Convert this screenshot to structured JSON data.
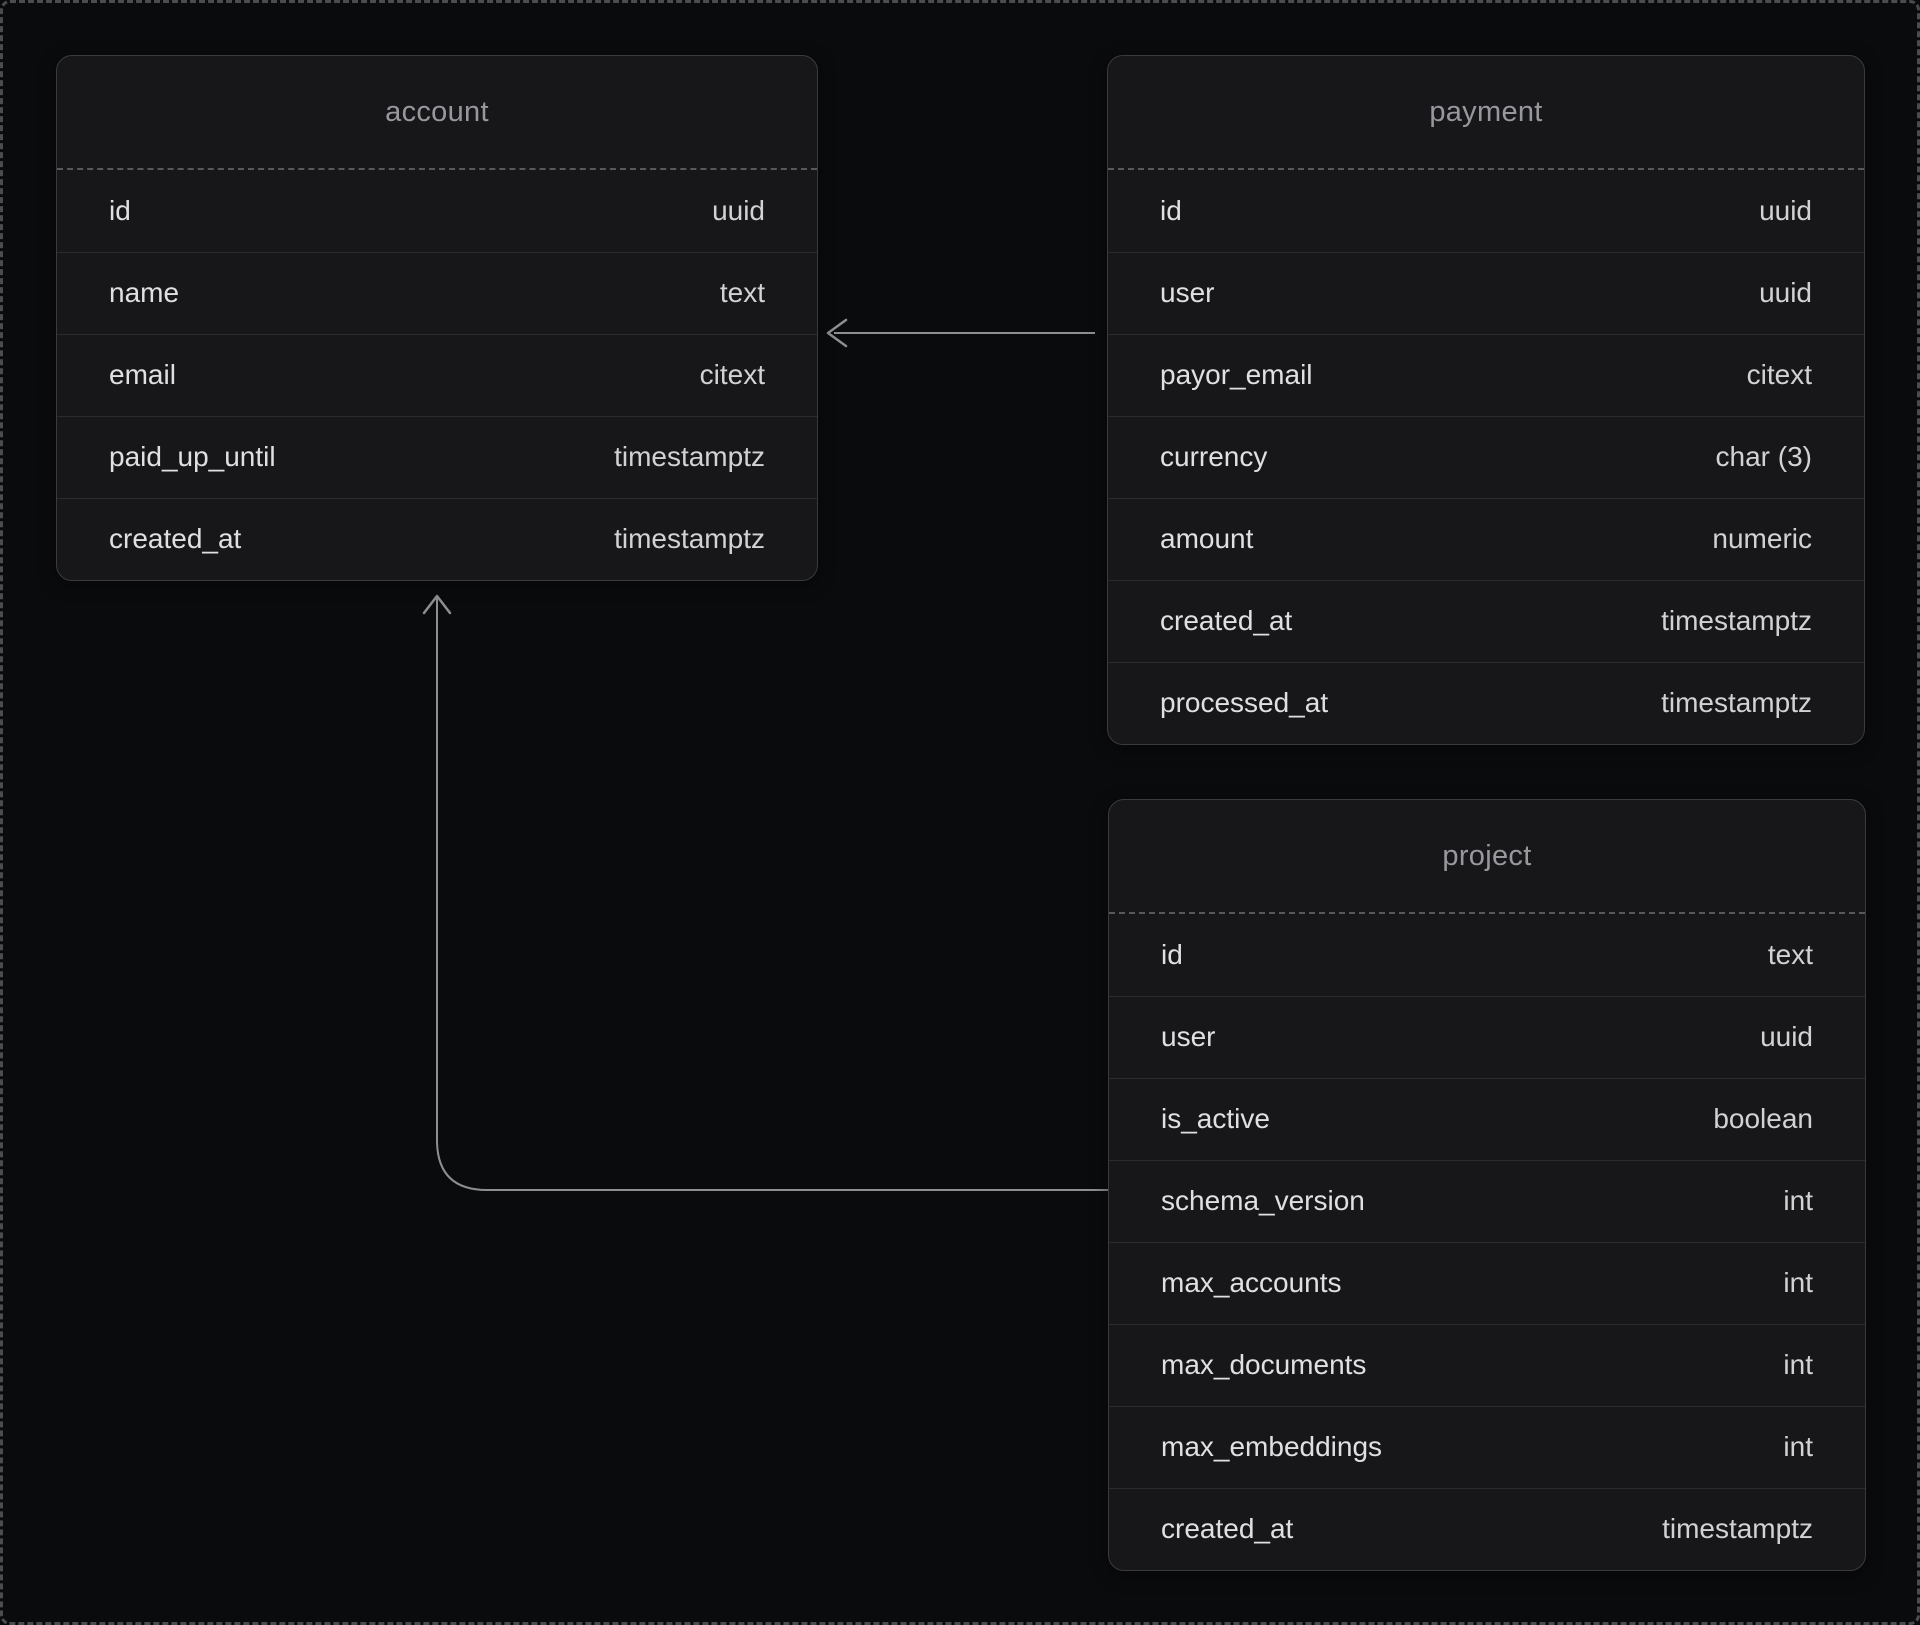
{
  "diagram": {
    "tables": [
      {
        "title": "account",
        "columns": [
          {
            "name": "id",
            "type": "uuid"
          },
          {
            "name": "name",
            "type": "text"
          },
          {
            "name": "email",
            "type": "citext"
          },
          {
            "name": "paid_up_until",
            "type": "timestamptz"
          },
          {
            "name": "created_at",
            "type": "timestamptz"
          }
        ]
      },
      {
        "title": "payment",
        "columns": [
          {
            "name": "id",
            "type": "uuid"
          },
          {
            "name": "user",
            "type": "uuid"
          },
          {
            "name": "payor_email",
            "type": "citext"
          },
          {
            "name": "currency",
            "type": "char (3)"
          },
          {
            "name": "amount",
            "type": "numeric"
          },
          {
            "name": "created_at",
            "type": "timestamptz"
          },
          {
            "name": "processed_at",
            "type": "timestamptz"
          }
        ]
      },
      {
        "title": "project",
        "columns": [
          {
            "name": "id",
            "type": "text"
          },
          {
            "name": "user",
            "type": "uuid"
          },
          {
            "name": "is_active",
            "type": "boolean"
          },
          {
            "name": "schema_version",
            "type": "int"
          },
          {
            "name": "max_accounts",
            "type": "int"
          },
          {
            "name": "max_documents",
            "type": "int"
          },
          {
            "name": "max_embeddings",
            "type": "int"
          },
          {
            "name": "created_at",
            "type": "timestamptz"
          }
        ]
      }
    ],
    "relationships": [
      {
        "from": "payment",
        "to": "account"
      },
      {
        "from": "project",
        "to": "account"
      }
    ]
  },
  "colors": {
    "canvas_bg": "#0a0b0c",
    "table_bg": "#17171a",
    "table_border": "#3a3a40",
    "header_text": "#97989d",
    "row_text": "#e0e0e3",
    "type_text": "#d2d2d5",
    "divider": "#2b2b2f",
    "dashed_divider": "#57585c",
    "edge": "#8e8e93",
    "frame_border": "#4b4b50"
  }
}
